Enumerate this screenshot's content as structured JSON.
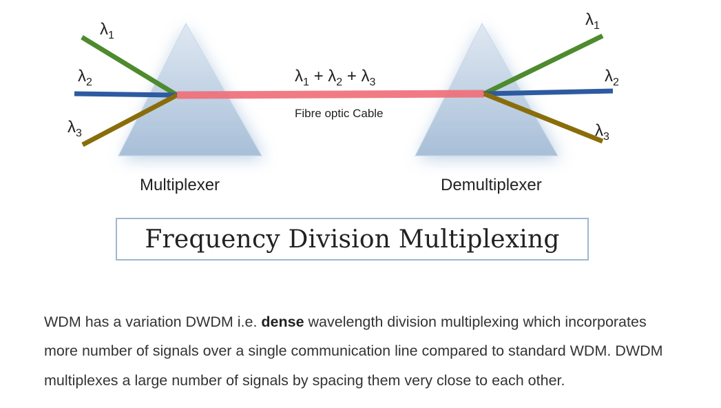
{
  "diagram": {
    "input_labels": [
      "λ1",
      "λ2",
      "λ3"
    ],
    "combined_label": "λ1 + λ2 + λ3",
    "cable_label": "Fibre optic Cable",
    "mux_label": "Multiplexer",
    "demux_label": "Demultiplexer",
    "colors": {
      "l1": "#4e8a2e",
      "l2": "#2d5aa0",
      "l3": "#8a6d0b",
      "cable": "#f0707a",
      "prism": "#a9c0db"
    }
  },
  "title": "Frequency Division Multiplexing",
  "paragraph": {
    "before": "WDM has a variation DWDM i.e. ",
    "bold": "dense",
    "after": " wavelength division multiplexing which incorporates more number of signals over a single communication line compared to standard WDM. DWDM multiplexes a large number of signals by spacing them very close to each other."
  }
}
